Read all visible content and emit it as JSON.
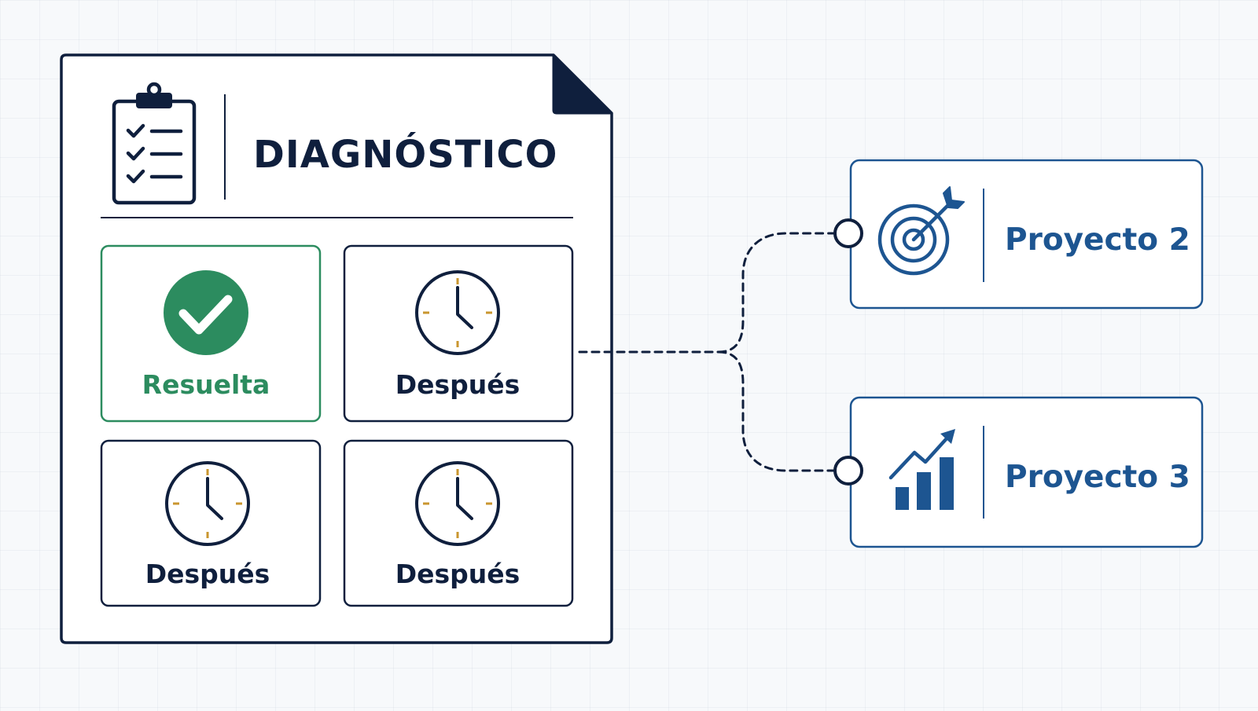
{
  "colors": {
    "navy": "#0f1f3d",
    "green": "#2c8c5f",
    "blue": "#1d5591",
    "gold": "#c9962f"
  },
  "document": {
    "title": "DIAGNÓSTICO",
    "icon": "clipboard-checklist-icon",
    "cells": [
      {
        "label": "Resuelta",
        "status": "resolved",
        "icon": "check-circle-icon"
      },
      {
        "label": "Después",
        "status": "pending",
        "icon": "clock-icon"
      },
      {
        "label": "Después",
        "status": "pending",
        "icon": "clock-icon"
      },
      {
        "label": "Después",
        "status": "pending",
        "icon": "clock-icon"
      }
    ]
  },
  "projects": [
    {
      "label": "Proyecto 2",
      "icon": "target-arrow-icon"
    },
    {
      "label": "Proyecto 3",
      "icon": "growth-chart-icon"
    }
  ]
}
